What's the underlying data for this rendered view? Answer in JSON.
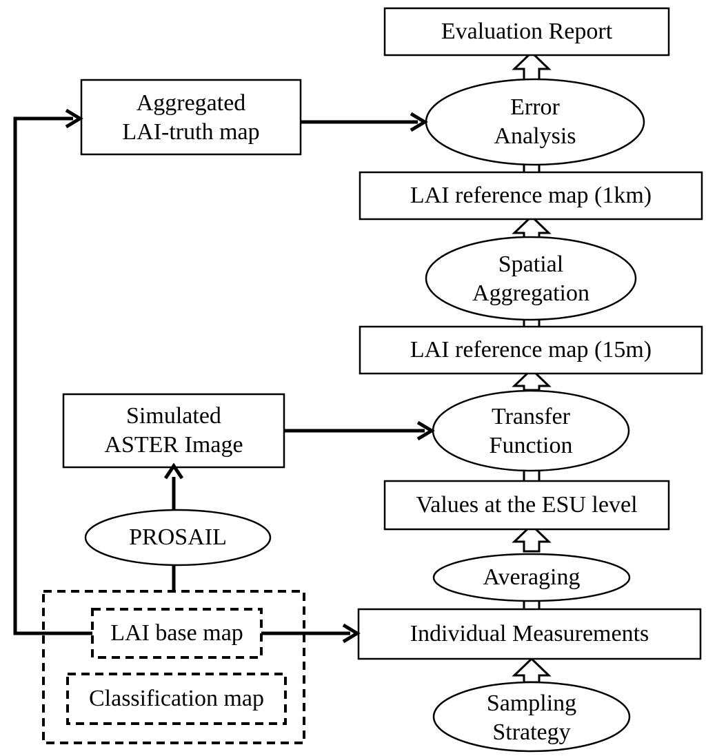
{
  "nodes": {
    "evaluation_report": "Evaluation Report",
    "error_analysis": "Error\nAnalysis",
    "lai_ref_1km": "LAI reference map (1km)",
    "spatial_aggregation": "Spatial\nAggregation",
    "lai_ref_15m": "LAI reference map (15m)",
    "transfer_function": "Transfer\nFunction",
    "values_esu": "Values at the ESU level",
    "averaging": "Averaging",
    "individual_measurements": "Individual Measurements",
    "sampling_strategy": "Sampling\nStrategy",
    "aggregated_lai_truth": "Aggregated\nLAI-truth map",
    "simulated_aster": "Simulated\nASTER Image",
    "prosail": "PROSAIL",
    "lai_base_map": "LAI base map",
    "classification_map": "Classification map"
  }
}
